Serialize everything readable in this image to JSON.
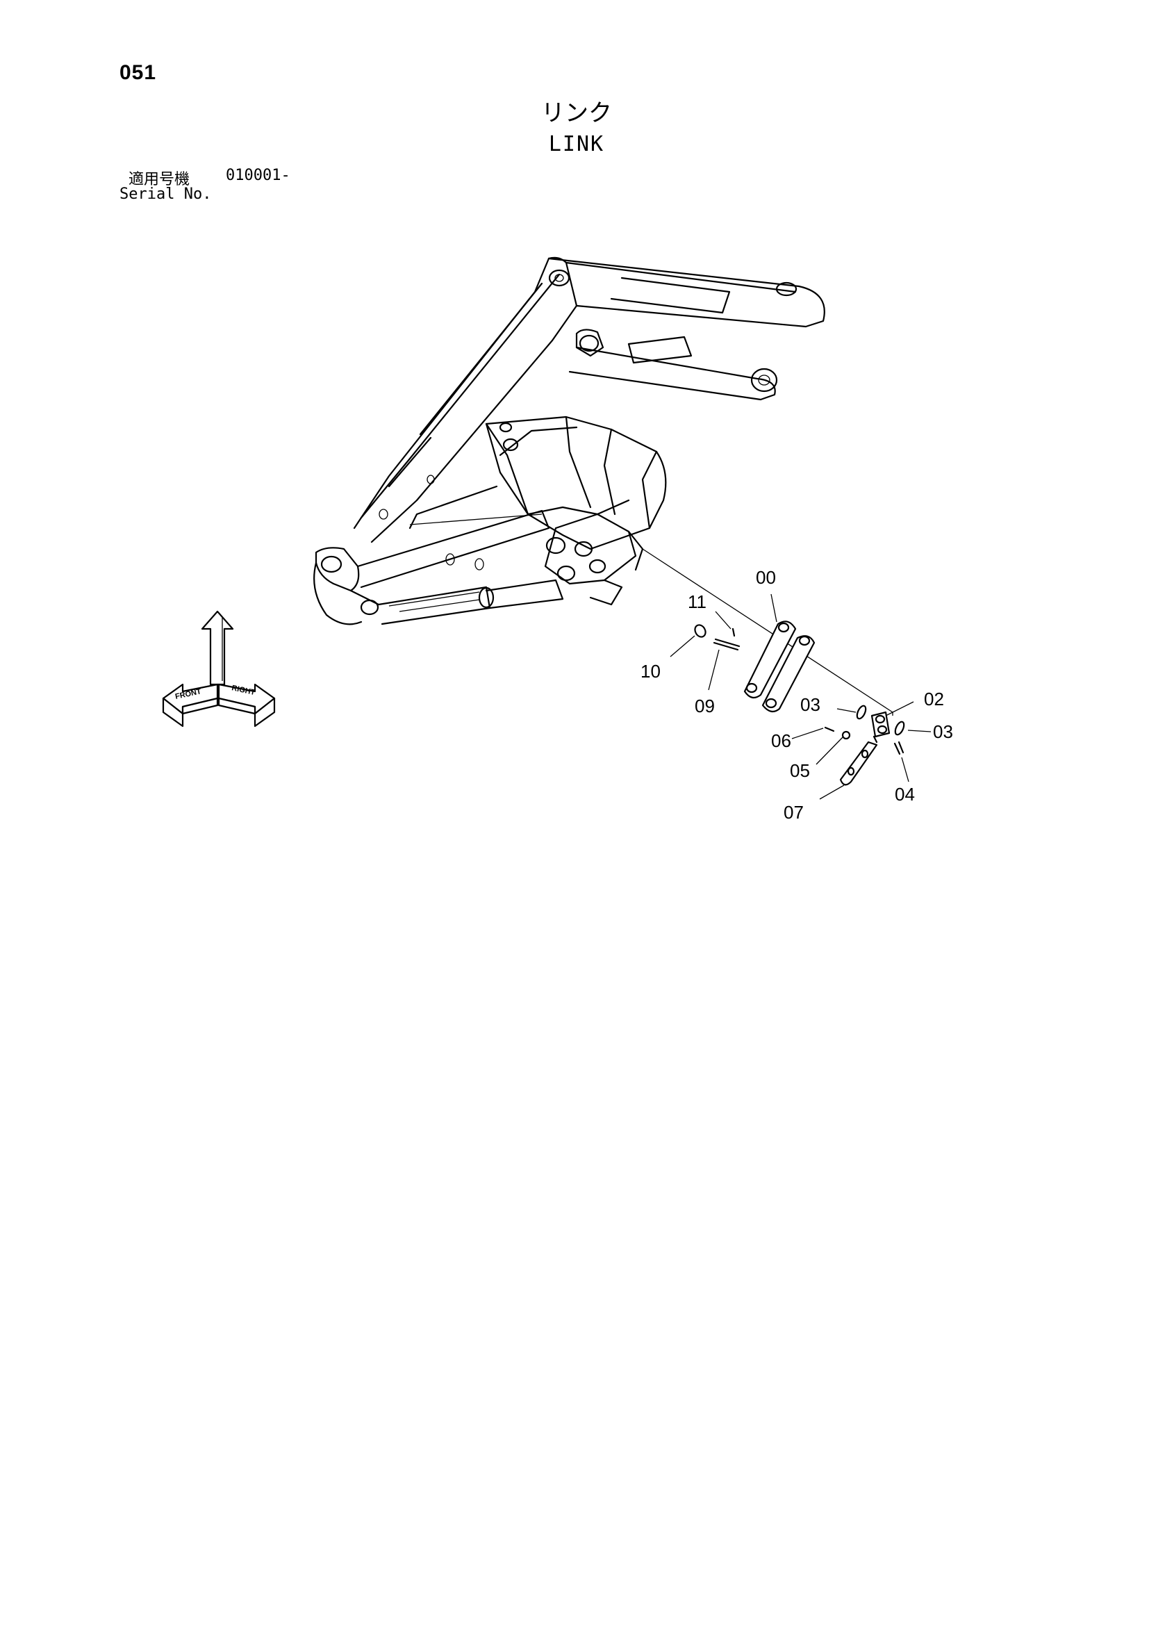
{
  "page": {
    "number": "051",
    "title_ja": "リンク",
    "title_en": "LINK",
    "serial_label_ja": "適用号機",
    "serial_range": "010001-",
    "serial_label_en": "Serial No."
  },
  "orientation": {
    "front": "FRONT",
    "right": "RIGHT"
  },
  "callouts": {
    "c00": "00",
    "c02": "02",
    "c03a": "03",
    "c03b": "03",
    "c04": "04",
    "c05": "05",
    "c06": "06",
    "c07": "07",
    "c09": "09",
    "c10": "10",
    "c11": "11"
  }
}
